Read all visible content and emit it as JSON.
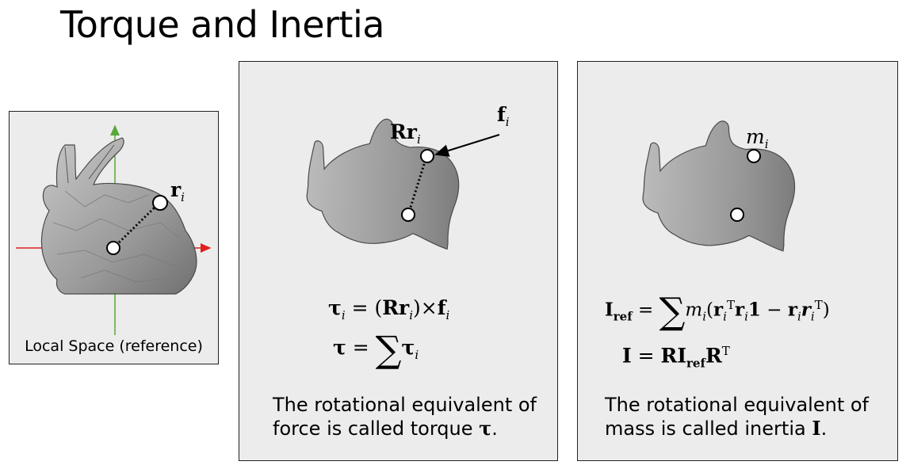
{
  "title": "Torque and Inertia",
  "local_panel": {
    "caption": "Local Space (reference)",
    "r_label": "r",
    "r_sub": "i"
  },
  "torque_panel": {
    "Rr_label": "Rr",
    "Rr_sub": "i",
    "f_label": "f",
    "f_sub": "i",
    "eq1": {
      "lhs": "τ",
      "lhs_sub": "i",
      "equals": " = (",
      "R": "Rr",
      "R_sub": "i",
      "close": ")×",
      "f": "f",
      "f_sub": "i"
    },
    "eq2": {
      "lhs": "τ",
      "equals": " = ",
      "sum": "∑",
      "term": "τ",
      "term_sub": "i"
    },
    "desc_line1": "The rotational equivalent of",
    "desc_line2": "force is called torque ",
    "desc_symbol": "τ",
    "desc_end": "."
  },
  "inertia_panel": {
    "m_label": "m",
    "m_sub": "i",
    "eq1": {
      "lhs": "I",
      "lhs_sub": "ref",
      "equals": " = ",
      "sum": "∑",
      "m": "m",
      "m_sub": "i",
      "open": "(",
      "r1": "r",
      "r1_sub": "i",
      "r1_sup": "T",
      "r2": "r",
      "r2_sub": "i",
      "one": "1",
      "minus": " − ",
      "r3": "r",
      "r3_sub": "i",
      "r4": "r",
      "r4_sub": "i",
      "r4_sup": "T",
      "close": ")"
    },
    "eq2": {
      "lhs": "I",
      "equals": " = ",
      "R": "RI",
      "R_sub": "ref",
      "RT": "R",
      "RT_sup": "T"
    },
    "desc_line1": "The rotational equivalent of",
    "desc_line2": "mass is called inertia ",
    "desc_symbol": "I",
    "desc_end": "."
  },
  "colors": {
    "panel_bg": "#ececec",
    "bunny_fill": "#a9a9a9",
    "bunny_dark": "#5e5e5e",
    "axis_x": "#e02020",
    "axis_y": "#5aa83a"
  }
}
